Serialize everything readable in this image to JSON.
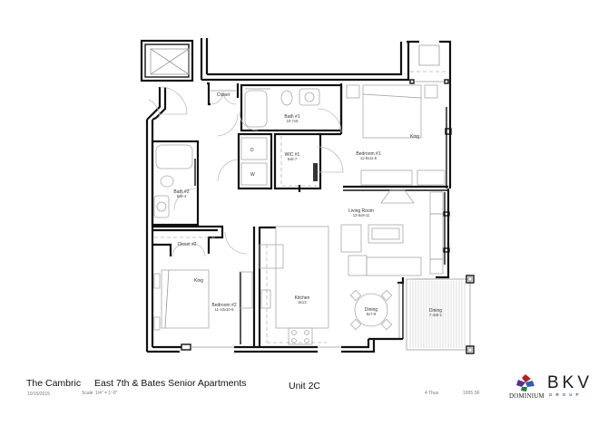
{
  "plan": {
    "rooms": {
      "closet_1": {
        "name": "Closet"
      },
      "bath_1": {
        "name": "Bath #1",
        "dims": "10-7x6"
      },
      "bedroom_1": {
        "name": "Bedroom #1",
        "dims": "11-8x11-6",
        "bed": "King"
      },
      "wic_1": {
        "name": "WIC #1",
        "dims": "5x5-7"
      },
      "washer": {
        "name": "W"
      },
      "dryer": {
        "name": "D"
      },
      "bath_2": {
        "name": "Bath #2",
        "dims": "5x9-4"
      },
      "closet_2": {
        "name": "Closet #2"
      },
      "bedroom_2": {
        "name": "Bedroom #2",
        "dims": "11-10x10-6",
        "bed": "King"
      },
      "kitchen": {
        "name": "Kitchen",
        "dims": "8x13"
      },
      "living_room": {
        "name": "Living Room",
        "dims": "13-6x9-11"
      },
      "dining": {
        "name": "Dining",
        "dims": "8x7-8"
      },
      "balcony": {
        "name": "Dining",
        "dims": "7-4x8-1"
      }
    }
  },
  "footer": {
    "building": "The Cambric",
    "project": "East 7th & Bates Senior Apartments",
    "unit": "Unit 2C",
    "date": "10/15/2015",
    "scale_label": "Scale",
    "scale_value": "1/4\" = 1'-0\"",
    "floor": "4 Thus",
    "area": "1005 SF"
  },
  "logos": {
    "dominium": {
      "name": "DOMINIUM",
      "colors": [
        "#b3202a",
        "#5a2d8c",
        "#2a7a3a",
        "#2c5fb0"
      ]
    },
    "bkv": {
      "name": "BKV",
      "sub": "GROUP",
      "accent": "#3a5fb0"
    }
  }
}
